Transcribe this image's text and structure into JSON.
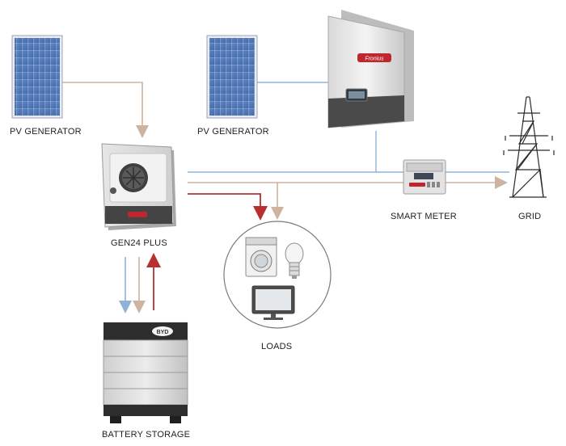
{
  "labels": {
    "pv_left": "PV GENERATOR",
    "pv_right": "PV GENERATOR",
    "gen24": "GEN24 PLUS",
    "smart_meter": "SMART METER",
    "grid": "GRID",
    "loads": "LOADS",
    "battery": "BATTERY STORAGE"
  },
  "brand_marks": {
    "inverter_logo": "Fronius",
    "battery_logo": "BYD"
  },
  "colors": {
    "blue_flow": "#8fb3d6",
    "beige_flow": "#cdb4a0",
    "red_flow": "#b5302e",
    "brand_red": "#c0262d"
  }
}
